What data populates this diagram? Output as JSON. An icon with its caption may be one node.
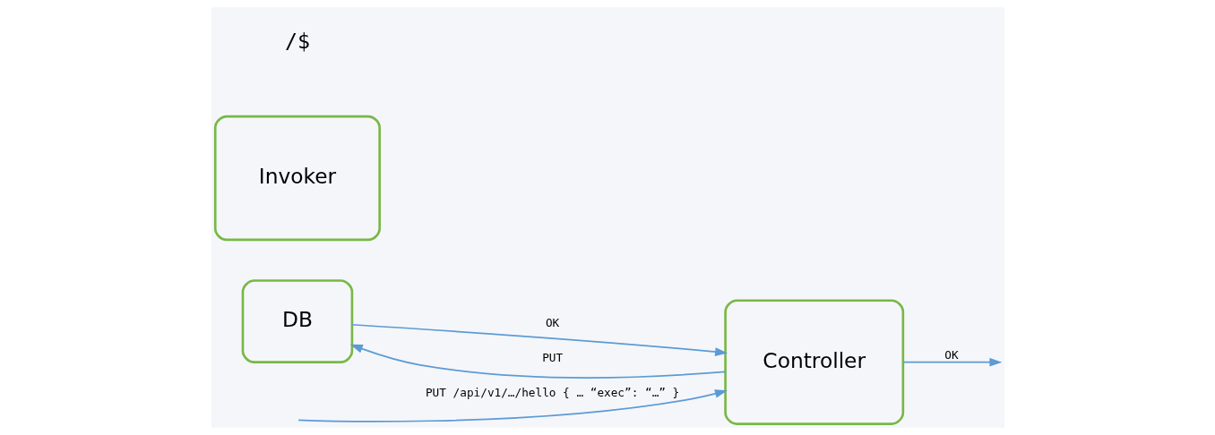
{
  "diagram": {
    "nodes": [
      {
        "text": [
          "DB"
        ]
      },
      {
        "text": [
          "Controller"
        ]
      },
      {
        "text": [
          "Invoker"
        ]
      }
    ],
    "edges": [
      {
        "from": null,
        "to": 1,
        "arrow": "to",
        "label": "PUT /api/v1/…/hello { … “exec”: “…” }"
      },
      {
        "from": 1,
        "to": null,
        "arrow": "to",
        "label": "OK"
      },
      {
        "from": 1,
        "to": 0,
        "arrow": "to",
        "label": "PUT"
      },
      {
        "from": 0,
        "to": 1,
        "arrow": "to",
        "label": "OK"
      }
    ],
    "labels": [
      "/$"
    ]
  }
}
